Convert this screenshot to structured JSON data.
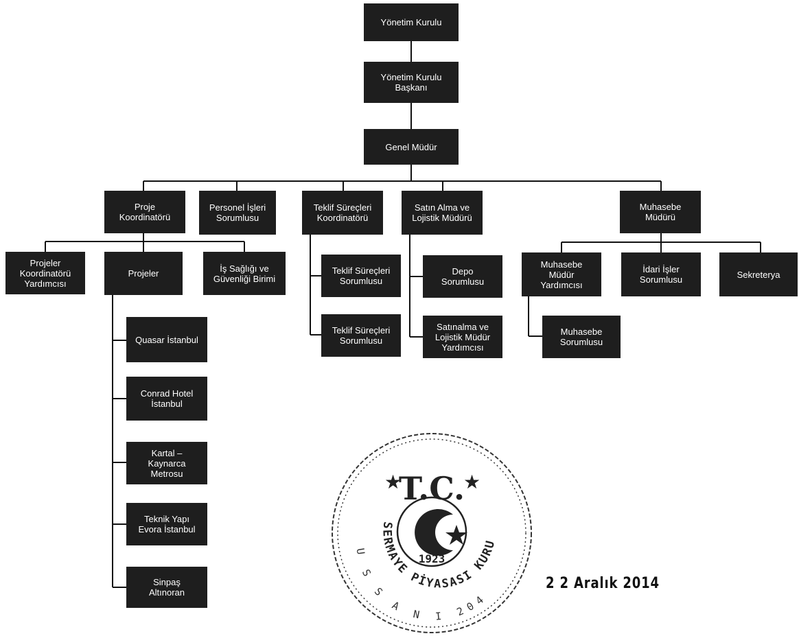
{
  "nodes": {
    "yonetim_kurulu": "Yönetim Kurulu",
    "yonetim_kurulu_baskani": "Yönetim Kurulu\nBaşkanı",
    "genel_mudur": "Genel Müdür",
    "proje_koordinatoru": "Proje\nKoordinatörü",
    "personel_isleri": "Personel İşleri\nSorumlusu",
    "teklif_koordinatoru": "Teklif Süreçleri\nKoordinatörü",
    "satin_alma_muduru": "Satın Alma ve\nLojistik Müdürü",
    "muhasebe_muduru": "Muhasebe\nMüdürü",
    "projeler_koord_yrd": "Projeler\nKoordinatörü\nYardımcısı",
    "projeler": "Projeler",
    "is_sagligi": "İş Sağlığı ve\nGüvenliği Birimi",
    "teklif_sorumlusu_1": "Teklif Süreçleri\nSorumlusu",
    "teklif_sorumlusu_2": "Teklif Süreçleri\nSorumlusu",
    "depo_sorumlusu": "Depo\nSorumlusu",
    "satinalma_mudur_yrd": "Satınalma ve\nLojistik Müdür\nYardımcısı",
    "muhasebe_mudur_yrd": "Muhasebe\nMüdür\nYardımcısı",
    "idari_isler": "İdari İşler\nSorumlusu",
    "sekreterya": "Sekreterya",
    "muhasebe_sorumlusu": "Muhasebe\nSorumlusu",
    "quasar": "Quasar İstanbul",
    "conrad": "Conrad Hotel\nİstanbul",
    "kartal": "Kartal –\nKaynarca\nMetrosu",
    "teknik_yapi": "Teknik Yapı\nEvora İstanbul",
    "sinpas": "Sinpaş\nAltınoran"
  },
  "stamp": {
    "top": "T.C.",
    "arc_text": "SERMAYE PİYASASI KURULU",
    "year": "1923",
    "bottom": "U S S A N I 204"
  },
  "date": "2 2 Aralık 2014",
  "colors": {
    "box": "#1e1e1e",
    "text": "#ffffff",
    "line": "#111111",
    "stamp": "#333333"
  }
}
